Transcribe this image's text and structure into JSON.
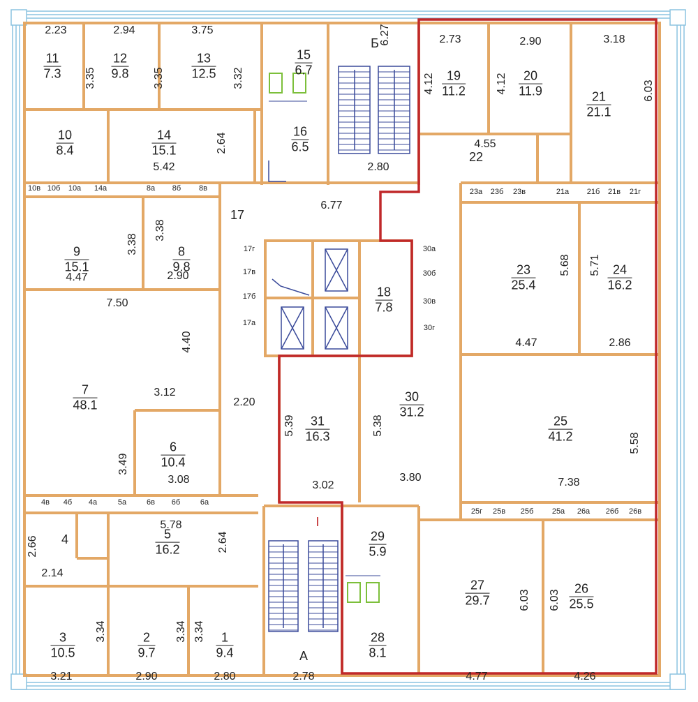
{
  "title": "Floor plan",
  "colors": {
    "wall": "#e3a866",
    "frame": "#7fb9d9",
    "outline": "#c0282a",
    "stairs": "#3a4a9a",
    "fixture": "#7cbf3a"
  },
  "rooms": [
    {
      "num": "11",
      "area": "7.3"
    },
    {
      "num": "12",
      "area": "9.8"
    },
    {
      "num": "13",
      "area": "12.5"
    },
    {
      "num": "15",
      "area": "6.7"
    },
    {
      "num": "19",
      "area": "11.2"
    },
    {
      "num": "20",
      "area": "11.9"
    },
    {
      "num": "21",
      "area": "21.1"
    },
    {
      "num": "10",
      "area": "8.4"
    },
    {
      "num": "14",
      "area": "15.1"
    },
    {
      "num": "16",
      "area": "6.5"
    },
    {
      "num": "9",
      "area": "15.1"
    },
    {
      "num": "8",
      "area": "9.8"
    },
    {
      "num": "18",
      "area": "7.8"
    },
    {
      "num": "23",
      "area": "25.4"
    },
    {
      "num": "24",
      "area": "16.2"
    },
    {
      "num": "7",
      "area": "48.1"
    },
    {
      "num": "6",
      "area": "10.4"
    },
    {
      "num": "31",
      "area": "16.3"
    },
    {
      "num": "30",
      "area": "31.2"
    },
    {
      "num": "25",
      "area": "41.2"
    },
    {
      "num": "5",
      "area": "16.2"
    },
    {
      "num": "29",
      "area": "5.9"
    },
    {
      "num": "27",
      "area": "29.7"
    },
    {
      "num": "26",
      "area": "25.5"
    },
    {
      "num": "3",
      "area": "10.5"
    },
    {
      "num": "2",
      "area": "9.7"
    },
    {
      "num": "1",
      "area": "9.4"
    },
    {
      "num": "28",
      "area": "8.1"
    }
  ],
  "labels": [
    "4",
    "17",
    "22",
    "А",
    "Б",
    "I"
  ],
  "dimensions": [
    "2.23",
    "2.94",
    "3.75",
    "6.27",
    "2.73",
    "2.90",
    "3.18",
    "3.35",
    "3.35",
    "3.32",
    "4.12",
    "4.12",
    "6.03",
    "2.64",
    "5.42",
    "4.55",
    "2.80",
    "6.77",
    "3.38",
    "3.38",
    "4.47",
    "2.90",
    "7.50",
    "5.68",
    "5.71",
    "4.47",
    "2.86",
    "4.40",
    "3.12",
    "2.20",
    "3.49",
    "3.08",
    "5.39",
    "5.38",
    "3.02",
    "3.80",
    "5.58",
    "7.38",
    "5.78",
    "2.66",
    "2.14",
    "2.64",
    "3.34",
    "3.34",
    "3.34",
    "6.03",
    "6.03",
    "3.21",
    "2.90",
    "2.80",
    "2.78",
    "4.77",
    "4.26"
  ],
  "closets": [
    "10в",
    "10б",
    "10а",
    "14а",
    "8а",
    "8б",
    "8в",
    "23а",
    "23б",
    "23в",
    "21а",
    "21б",
    "21в",
    "21г",
    "4в",
    "4б",
    "4а",
    "5а",
    "6в",
    "6б",
    "6а",
    "25г",
    "25в",
    "25б",
    "25а",
    "26а",
    "26б",
    "26в"
  ],
  "shafts": [
    "17г",
    "17в",
    "17б",
    "17а",
    "30а",
    "30б",
    "30в",
    "30г"
  ]
}
